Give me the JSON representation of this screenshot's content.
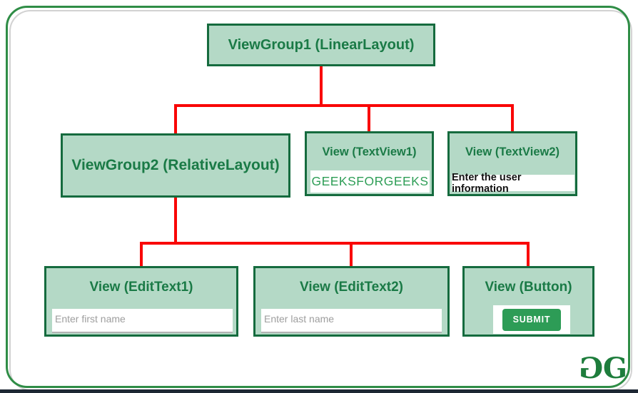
{
  "frame": {
    "border_color": "#2f8d46",
    "shadow_color": "#d2d2d2",
    "bottom_bar_color": "#1d2733"
  },
  "palette": {
    "node_fill": "#b4d9c6",
    "node_border": "#156b3e",
    "node_text": "#1a7a46",
    "connector_red": "#f90606",
    "brand_text_green": "#2f9e57",
    "submit_green": "#2d9c56",
    "placeholder_gray": "#9e9e9e",
    "info_text_black": "#111111",
    "logo_green": "#1e7d3c"
  },
  "tree": {
    "root": {
      "label": "ViewGroup1 (LinearLayout)"
    },
    "level2": [
      {
        "id": "viewgroup2",
        "label": "ViewGroup2 (RelativeLayout)"
      },
      {
        "id": "textview1",
        "label": "View (TextView1)",
        "content": "GEEKSFORGEEKS"
      },
      {
        "id": "textview2",
        "label": "View (TextView2)",
        "content": "Enter the user information"
      }
    ],
    "level3": [
      {
        "id": "edittext1",
        "label": "View (EditText1)",
        "placeholder": "Enter first name"
      },
      {
        "id": "edittext2",
        "label": "View (EditText2)",
        "placeholder": "Enter last name"
      },
      {
        "id": "button",
        "label": "View (Button)",
        "button_label": "SUBMIT"
      }
    ],
    "edges": [
      [
        "ViewGroup1 (LinearLayout)",
        "ViewGroup2 (RelativeLayout)"
      ],
      [
        "ViewGroup1 (LinearLayout)",
        "View (TextView1)"
      ],
      [
        "ViewGroup1 (LinearLayout)",
        "View (TextView2)"
      ],
      [
        "ViewGroup2 (RelativeLayout)",
        "View (EditText1)"
      ],
      [
        "ViewGroup2 (RelativeLayout)",
        "View (EditText2)"
      ],
      [
        "ViewGroup2 (RelativeLayout)",
        "View (Button)"
      ]
    ]
  },
  "logo": {
    "left_letter": "G",
    "right_letter": "G"
  }
}
